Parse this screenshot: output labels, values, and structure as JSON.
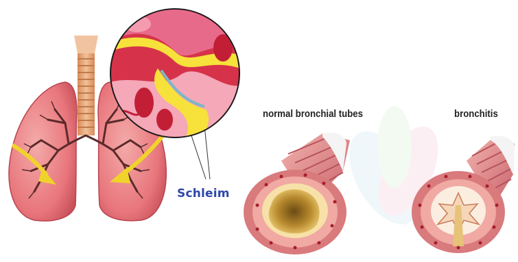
{
  "labels": {
    "mucus": "Schleim",
    "normal": "normal bronchial tubes",
    "bronchitis": "bronchitis"
  },
  "colors": {
    "lung": "#e8767c",
    "lung_light": "#f3a9a9",
    "mucus_yellow": "#f7e33a",
    "airway_red": "#c92a3d",
    "label_blue": "#2f48a8",
    "tube_pink": "#e89a9b"
  }
}
